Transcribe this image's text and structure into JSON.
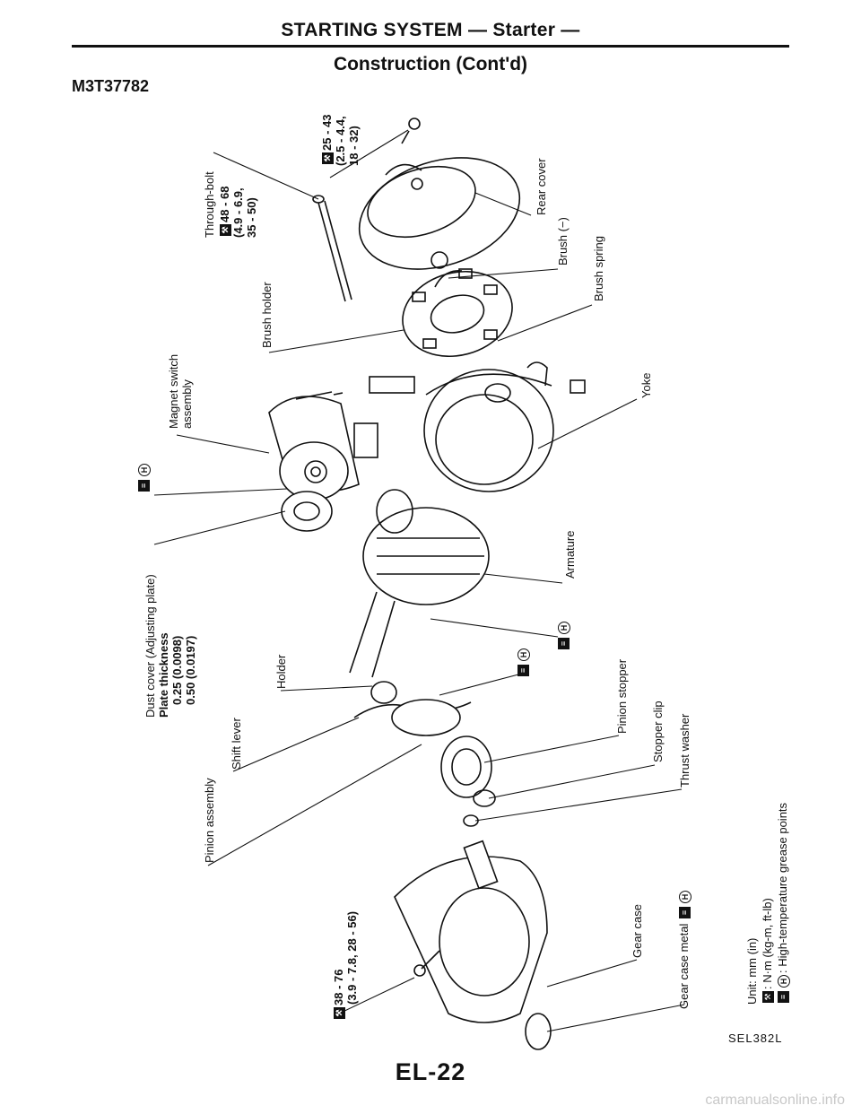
{
  "header": {
    "title": "STARTING SYSTEM — Starter —",
    "subtitle": "Construction (Cont'd)",
    "code": "M3T37782"
  },
  "labels": {
    "rear_cover": "Rear cover",
    "brush_minus": "Brush (−)",
    "brush_spring": "Brush spring",
    "brush_holder": "Brush holder",
    "through_bolt": "Through-bolt",
    "through_bolt_torque": [
      "48 - 68",
      "(4.9 - 6.9,",
      "35 - 50)"
    ],
    "rear_torque": [
      "25 - 43",
      "(2.5 - 4.4,",
      "18 - 32)"
    ],
    "magnet_switch": [
      "Magnet switch",
      "assembly"
    ],
    "yoke": "Yoke",
    "armature": "Armature",
    "dust_cover": "Dust cover (Adjusting plate)",
    "plate_thickness": "Plate thickness",
    "plate_values": [
      "0.25 (0.0098)",
      "0.50 (0.0197)"
    ],
    "holder": "Holder",
    "shift_lever": "Shift lever",
    "pinion_assembly": "Pinion assembly",
    "pinion_stopper": "Pinion stopper",
    "stopper_clip": "Stopper clip",
    "thrust_washer": "Thrust washer",
    "gear_case": "Gear case",
    "gear_case_metal": "Gear case metal",
    "gear_torque": [
      "38 - 76",
      "(3.9 - 7.8, 28 - 56)"
    ]
  },
  "legend": {
    "unit": "Unit:  mm (in)",
    "torque": ": N·m (kg-m, ft-lb)",
    "grease": ": High-temperature grease points"
  },
  "icons": {
    "torque": "torque-wrench-icon",
    "grease": "grease-point-icon",
    "grease_letter": "H"
  },
  "ref_code": "SEL382L",
  "page_number": "EL-22",
  "watermark": "carmanualsonline.info"
}
